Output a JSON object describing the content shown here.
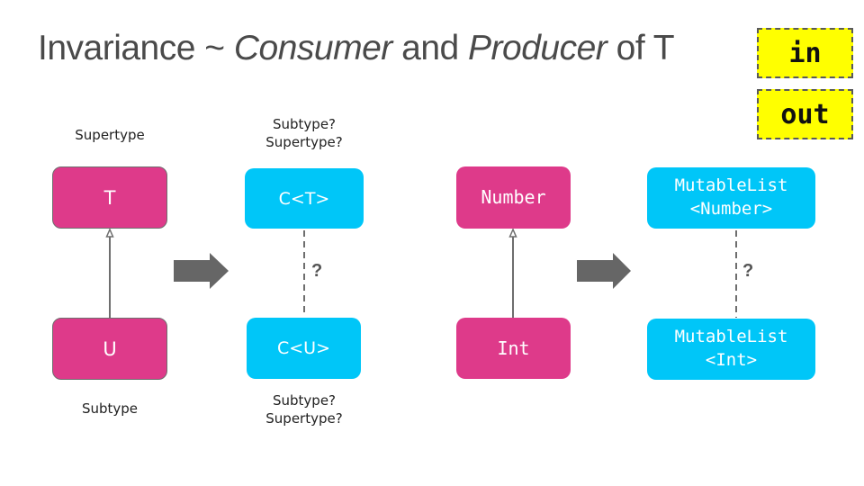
{
  "title": {
    "part1": "Invariance ~ ",
    "consumer": "Consumer",
    "and": " and ",
    "producer": "Producer",
    "part2": " of T"
  },
  "keywords": {
    "in": "in",
    "out": "out"
  },
  "left_diagram": {
    "supertype_label": "Supertype",
    "subtype_label": "Subtype",
    "super_box": "T",
    "sub_box": "U",
    "container_top": "C<T>",
    "container_bottom": "C<U>",
    "top_question_line1": "Subtype?",
    "top_question_line2": "Supertype?",
    "bottom_question_line1": "Subtype?",
    "bottom_question_line2": "Supertype?",
    "relation_mark": "?"
  },
  "right_diagram": {
    "super_box": "Number",
    "sub_box": "Int",
    "container_top_line1": "MutableList",
    "container_top_line2": "<Number>",
    "container_bottom_line1": "MutableList",
    "container_bottom_line2": "<Int>",
    "relation_mark": "?"
  },
  "colors": {
    "type_box": "#de3a8a",
    "container_box": "#00c6f8",
    "keyword_bg": "#ffff00",
    "arrow": "#666666"
  }
}
